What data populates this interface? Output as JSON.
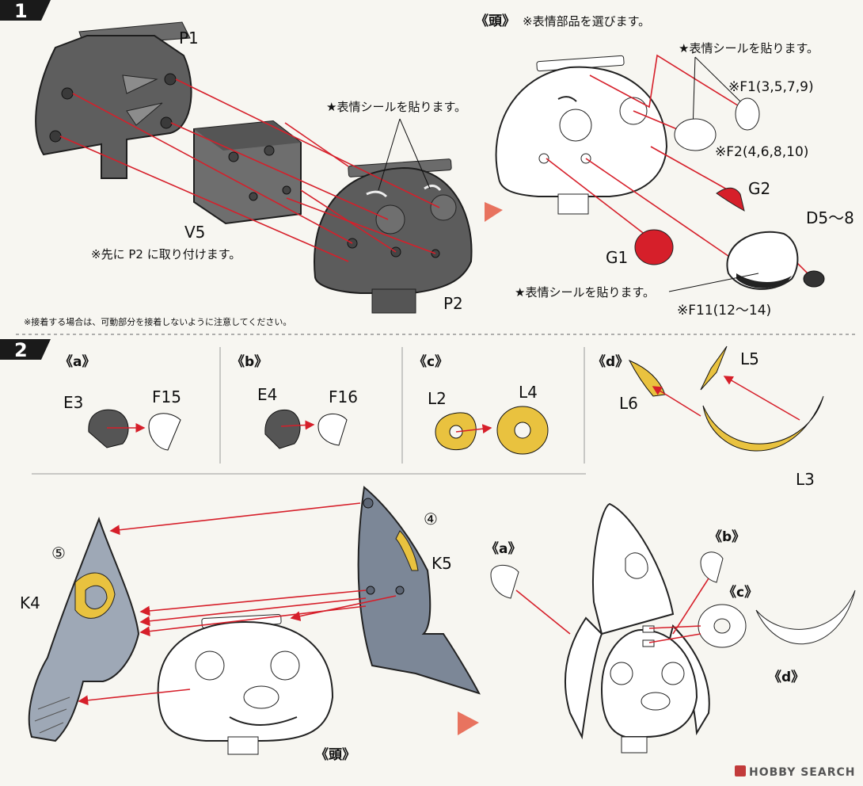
{
  "steps": [
    {
      "number": "1"
    },
    {
      "number": "2"
    }
  ],
  "step1": {
    "parts": {
      "p1": "P1",
      "v5": "V5",
      "p2": "P2",
      "g1": "G1",
      "g2": "G2",
      "d": "D5〜8"
    },
    "v5_note": "※先に P2 に取り付けます。",
    "sticker_note": "★表情シールを貼ります。",
    "head_title": "《頭》",
    "head_subtitle": "※表情部品を選びます。",
    "f1": "※F1(3,5,7,9)",
    "f2": "※F2(4,6,8,10)",
    "f11": "※F11(12〜14)",
    "glue_note": "※接着する場合は、可動部分を接着しないように注意してください。"
  },
  "step2": {
    "groups": {
      "a": {
        "label": "《a》",
        "parts": [
          "E3",
          "F15"
        ]
      },
      "b": {
        "label": "《b》",
        "parts": [
          "E4",
          "F16"
        ]
      },
      "c": {
        "label": "《c》",
        "parts": [
          "L2",
          "L4"
        ]
      },
      "d": {
        "label": "《d》",
        "parts": [
          "L6",
          "L5",
          "L3"
        ]
      }
    },
    "assembly": {
      "k4": "K4",
      "k5": "K5",
      "marker5": "⑤",
      "marker4": "④",
      "head_label": "《頭》",
      "a": "《a》",
      "b": "《b》",
      "c": "《c》",
      "d": "《d》"
    }
  },
  "watermark": "HOBBY SEARCH",
  "colors": {
    "dark_part": "#5e5e5e",
    "grey_blue": "#9ea8b6",
    "yellow": "#e9c23f",
    "red": "#d61f2a",
    "arrow": "#e8735f"
  }
}
